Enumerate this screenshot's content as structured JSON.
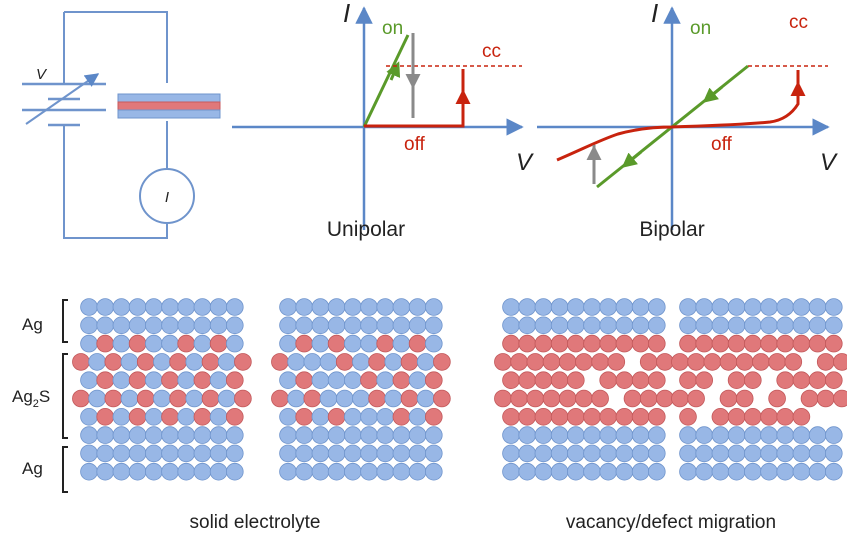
{
  "colors": {
    "axis": "#5b87c7",
    "wire": "#6f94cc",
    "on": "#5a9a2a",
    "off": "#c8230e",
    "reset": "#8a8a8a",
    "atom_blue": "#98b7e6",
    "atom_red": "#e0787a",
    "text": "#222222"
  },
  "circuit": {
    "source_label": "V",
    "meter_label": "I"
  },
  "unipolar": {
    "y_axis_label": "I",
    "x_axis_label": "V",
    "on_label": "on",
    "off_label": "off",
    "cc_label": "cc",
    "caption": "Unipolar"
  },
  "bipolar": {
    "y_axis_label": "I",
    "x_axis_label": "V",
    "on_label": "on",
    "off_label": "off",
    "cc_label": "cc",
    "caption": "Bipolar"
  },
  "layer_labels": {
    "top": "Ag",
    "middle_base": "Ag",
    "middle_sub": "2",
    "middle_tail": "S",
    "bottom": "Ag"
  },
  "captions": {
    "left": "solid electrolyte",
    "right": "vacancy/defect migration"
  },
  "lattices": [
    {
      "name": "solid-electrolyte-state-1",
      "rows": [
        "BBBBBBBBBB",
        "BBBBBBBBBB",
        "BRBRBBRBRB",
        "RBRBRBRBRBR",
        "BRBRBRBRBR",
        "RBRBRBRBRBR",
        "BRBRBRBRBR",
        "BBBBBBBBBB",
        "BBBBBBBBBB",
        "BBBBBBBBBB"
      ]
    },
    {
      "name": "solid-electrolyte-state-2",
      "rows": [
        "BBBBBBBBBB",
        "BBBBBBBBBB",
        "BRBRBBRBRB",
        "RBBBRBRBRBR",
        "BRBBBRBRBR",
        "RBRBBBRBRBR",
        "BRBRBBBRBR",
        "BBBBBBBBBB",
        "BBBBBBBBBB",
        "BBBBBBBBBB"
      ]
    },
    {
      "name": "vacancy-migration-state-1",
      "rows": [
        "BBBBBBBBBB",
        "BBBBBBBBBB",
        "RRRRRRRRRR",
        "RRRRRRRR.RR",
        "RRRRR.RRRR",
        "RRRRRRR.RRR",
        "RRRRRRRRRR",
        "BBBBBBBBBB",
        "BBBBBBBBBB",
        "BBBBBBBBBB"
      ]
    },
    {
      "name": "vacancy-migration-state-2",
      "rows": [
        "BBBBBBBBBB",
        "BBBBBBBBBB",
        "RRRRRRRRRR",
        "RRRRRRRR.RR",
        "RR.RR.RRRR",
        "RR.RR.R.RRR",
        "R.RRRRRR..",
        "BBBBBBBBBB",
        "BBBBBBBBBB",
        "BBBBBBBBBB"
      ]
    }
  ]
}
